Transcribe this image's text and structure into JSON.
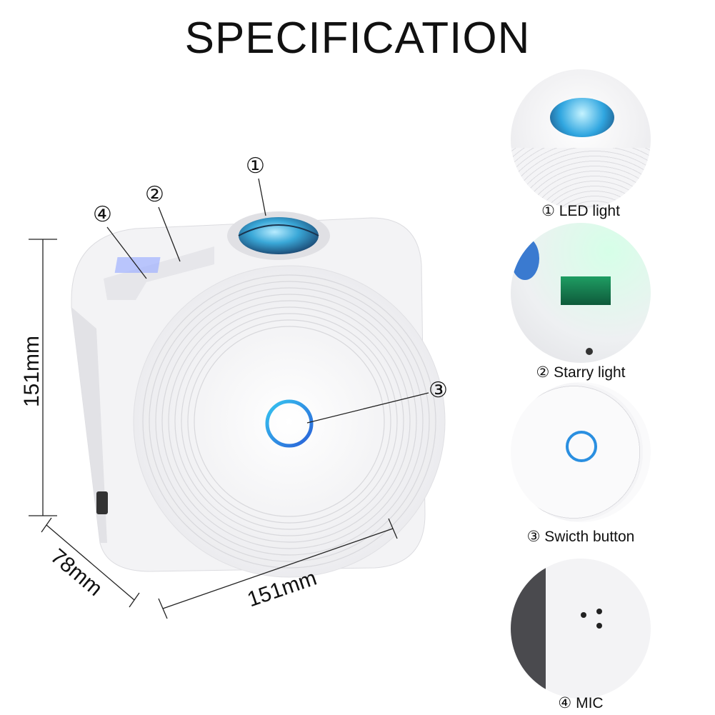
{
  "title": "SPECIFICATION",
  "dimensions": {
    "height": "151mm",
    "width": "151mm",
    "depth": "78mm"
  },
  "callouts": [
    "①",
    "②",
    "③",
    "④"
  ],
  "details": [
    {
      "label": "① LED light",
      "icon": "led-lens"
    },
    {
      "label": "② Starry light",
      "icon": "starry-light-window"
    },
    {
      "label": "③ Swicth button",
      "icon": "ring-button"
    },
    {
      "label": "④ MIC",
      "icon": "mic-holes"
    }
  ],
  "colors": {
    "ring": "#2a8fe0",
    "lens": "#3aa8d8",
    "starry": "#2ec27a"
  }
}
